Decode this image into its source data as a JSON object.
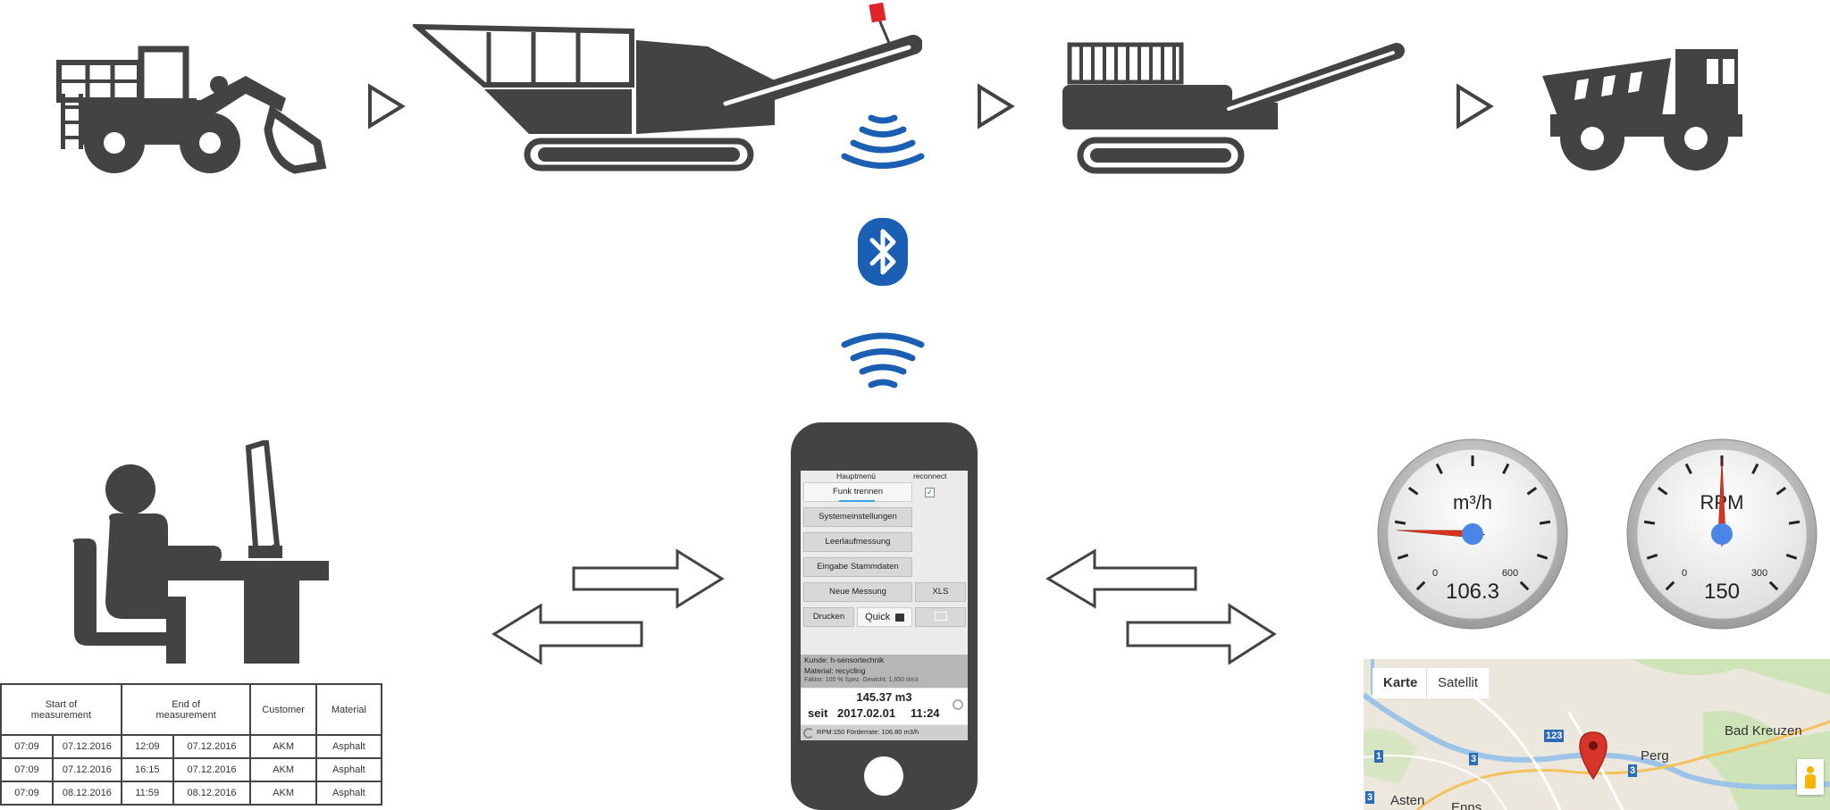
{
  "phone_app": {
    "header_menu": "Hauptmenü",
    "header_reconnect": "reconnect",
    "buttons": {
      "funk_trennen": "Funk trennen",
      "systemeinstellungen": "Systemeinstellungen",
      "leerlaufmessung": "Leerlaufmessung",
      "eingabe_stammdaten": "Eingabe Stammdaten",
      "neue_messung": "Neue Messung",
      "xls": "XLS",
      "drucken": "Drucken",
      "quick": "Quick"
    },
    "kunde": "Kunde: h-sensortechnik",
    "material": "Material: recycling",
    "faktor": "Faktor: 100 %  Spez. Gewicht: 1,650 t/m3",
    "volume": "145.37 m3",
    "seit_label": "seit",
    "seit_date": "2017.02.01",
    "seit_time": "11:24",
    "footer": "RPM:150  Förderrate: 106.80 m3/h",
    "reconnect_checked": true
  },
  "table": {
    "headers": [
      "Start of measurement",
      "End of measurement",
      "Customer",
      "Material"
    ],
    "rows": [
      [
        "07:09",
        "07.12.2016",
        "12:09",
        "07.12.2016",
        "AKM",
        "Asphalt"
      ],
      [
        "07:09",
        "07.12.2016",
        "16:15",
        "07.12.2016",
        "AKM",
        "Asphalt"
      ],
      [
        "07:09",
        "08.12.2016",
        "11:59",
        "08.12.2016",
        "AKM",
        "Asphalt"
      ]
    ]
  },
  "gauges": [
    {
      "unit": "m³/h",
      "min_label": "0",
      "max_label": "600",
      "value": "106.3",
      "max": 600,
      "reading": 106.3
    },
    {
      "unit": "RPM",
      "min_label": "0",
      "max_label": "300",
      "value": "150",
      "max": 300,
      "reading": 150
    }
  ],
  "map": {
    "tab_map": "Karte",
    "tab_satellite": "Satellit",
    "places": [
      "Bad Kreuzen",
      "Perg",
      "Asten",
      "Enns"
    ],
    "road_numbers": [
      "123",
      "1",
      "3",
      "3",
      "3"
    ]
  },
  "colors": {
    "machine_gray": "#434343",
    "signal_blue": "#1a5fb4",
    "needle_red": "#d9341e",
    "gauge_hub_blue": "#4a86e8",
    "map_pin_red": "#d8352a"
  },
  "icons": {
    "loader": "wheel-loader-icon",
    "crusher": "mobile-crusher-icon",
    "screener": "mobile-screener-icon",
    "truck": "dump-truck-icon",
    "bluetooth": "bluetooth-icon",
    "office": "office-worker-icon"
  }
}
